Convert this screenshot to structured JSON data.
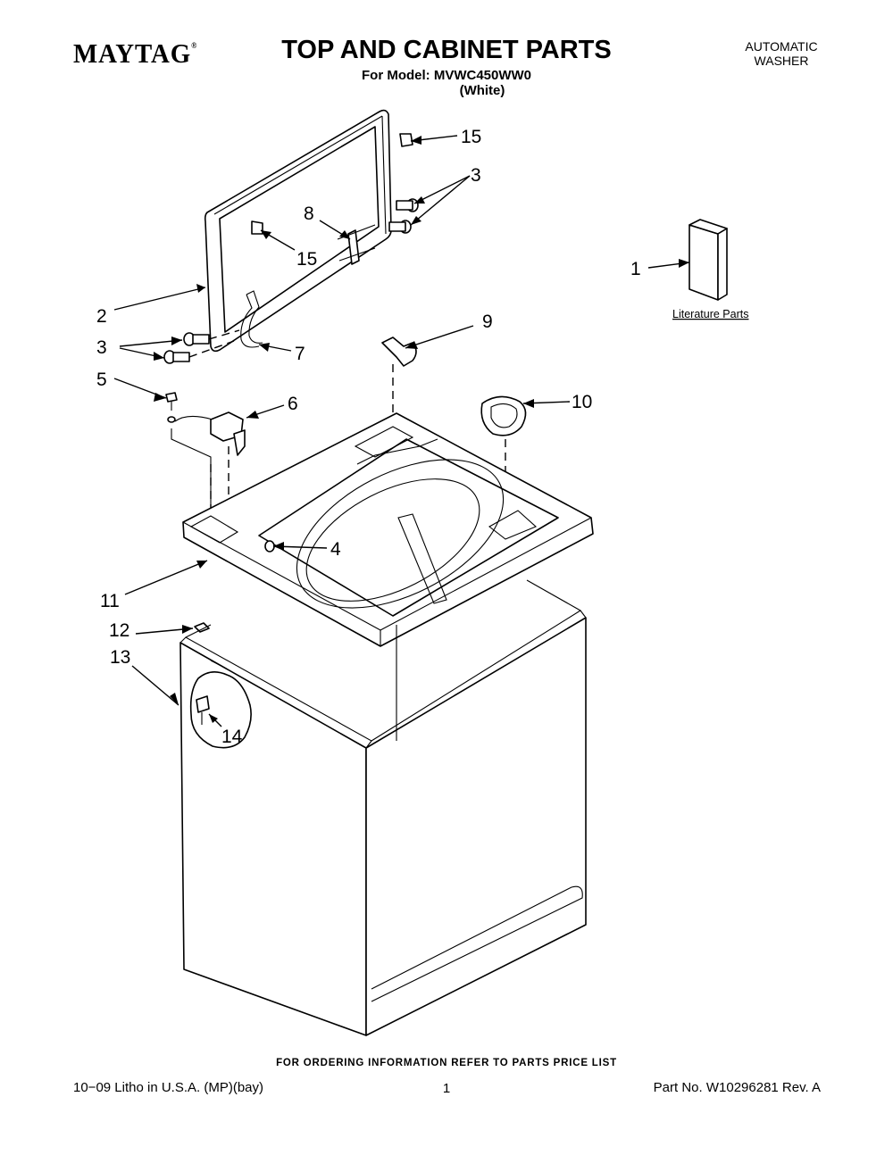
{
  "header": {
    "brand": "MAYTAG",
    "brand_mark": "®",
    "title": "TOP AND CABINET PARTS",
    "model_line": "For Model: MVWC450WW0",
    "color_line": "(White)",
    "product_type_line1": "AUTOMATIC",
    "product_type_line2": "WASHER"
  },
  "diagram": {
    "literature_label": "Literature Parts",
    "callouts": [
      "15",
      "3",
      "8",
      "15",
      "1",
      "2",
      "3",
      "7",
      "9",
      "5",
      "6",
      "10",
      "4",
      "11",
      "12",
      "13",
      "14"
    ]
  },
  "footer": {
    "ordering_note": "FOR ORDERING INFORMATION REFER TO PARTS PRICE LIST",
    "litho": "10−09 Litho in U.S.A. (MP)(bay)",
    "page_number": "1",
    "part_number": "Part No. W10296281 Rev. A"
  }
}
